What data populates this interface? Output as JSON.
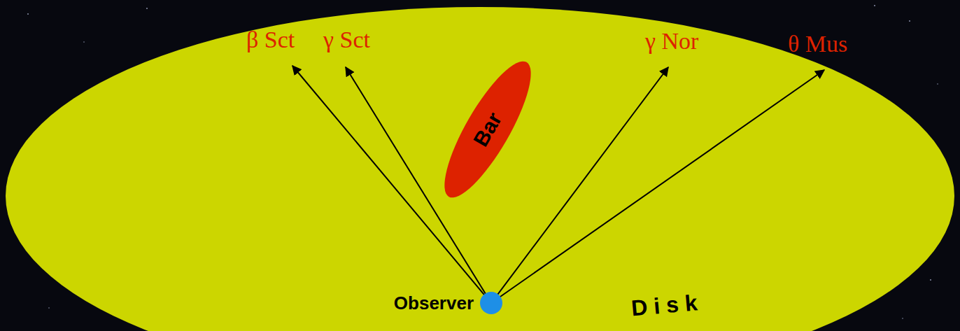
{
  "diagram": {
    "nodes": [
      {
        "text": [
          "Disk"
        ]
      },
      {
        "text": [
          "Bar"
        ],
        "in": 0
      },
      {
        "text": [
          "Observer"
        ],
        "in": 0
      }
    ],
    "labels": [
      "β Sct",
      "γ Sct",
      "γ Nor",
      "θ Mus"
    ]
  }
}
